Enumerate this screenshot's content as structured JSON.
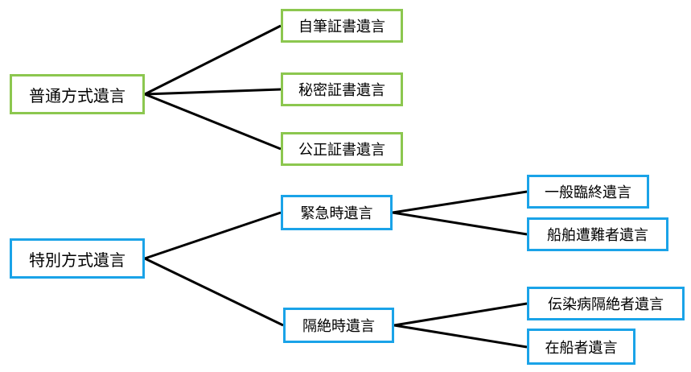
{
  "colors": {
    "ordinary_border": "#8cc74f",
    "special_border": "#1aa3e8",
    "connector": "#000000"
  },
  "ordinary": {
    "label": "普通方式遺言",
    "children": [
      "自筆証書遺言",
      "秘密証書遺言",
      "公正証書遺言"
    ]
  },
  "special": {
    "label": "特別方式遺言",
    "emergency": {
      "label": "緊急時遺言",
      "children": [
        "一般臨終遺言",
        "船舶遭難者遺言"
      ]
    },
    "isolated": {
      "label": "隔絶時遺言",
      "children": [
        "伝染病隔絶者遺言",
        "在船者遺言"
      ]
    }
  }
}
